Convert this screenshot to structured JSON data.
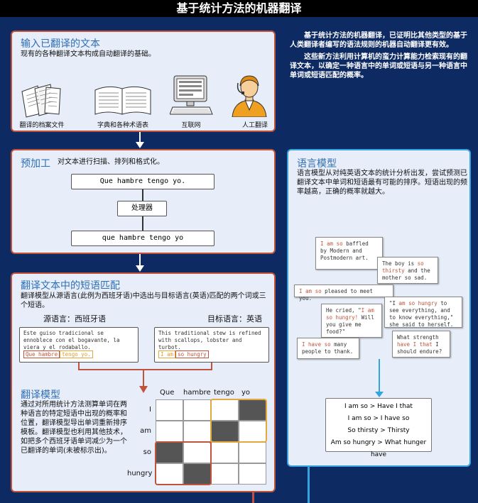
{
  "page": {
    "title": "基于统计方法的机器翻译"
  },
  "intro": {
    "p1": "基于统计方法的机器翻译，已证明比其他类型的基于人类翻译者编写的语法规则的机器自动翻译更有效。",
    "p2": "这些新方法利用计算机的蛮力计算能力检索现有的翻译文本，以确定一种语言中的单词或短语与另一种语言中单词或短语匹配的概率。"
  },
  "input_panel": {
    "title": "输入已翻译的文本",
    "desc": "现有的各种翻译文本构成自动翻译的基础。",
    "sources": [
      {
        "label": "翻译的档案文件",
        "icon": "documents-icon"
      },
      {
        "label": "字典和各种术语表",
        "icon": "dictionary-icon"
      },
      {
        "label": "互联网",
        "icon": "computer-icon"
      },
      {
        "label": "人工翻译",
        "icon": "translator-icon"
      }
    ]
  },
  "preprocess_panel": {
    "title": "预加工",
    "desc": "对文本进行扫描、排列和格式化。",
    "input_text": "Que hambre tengo yo.",
    "processor": "处理器",
    "output_text": "que hambre tengo yo"
  },
  "phrase_panel": {
    "title": "翻译文本中的短语匹配",
    "desc": "翻译模型从源语言(此例为西班牙语)中选出与目标语言(英语)匹配的两个词或三个短语。",
    "source_label": "源语言：西班牙语",
    "target_label": "目标语言：英语",
    "source_text": "Este guiso tradicional se ennoblece con el bogavante, la viera y el rodaballo.",
    "source_hl1": "Que hambre",
    "source_hl2": "tengo yo.",
    "target_text": "This traditional stew is refined with scallops, lobster and turbot.",
    "target_hl1": "I am",
    "target_hl2": "so hungry",
    "model_title": "翻译模型",
    "model_desc": "通过对所用统计方法测算单词在两种语言的特定短语中出现的概率和位置，翻译模型导出单词重新排序模板。翻译模型也利用其他技术，如把多个西班牙语单词减少为一个已翻译的单词(未被标示出)。",
    "matrix": {
      "cols": [
        "Que",
        "hambre",
        "tengo",
        "yo"
      ],
      "rows": [
        "I",
        "am",
        "so",
        "hungry"
      ],
      "dark": [
        [
          0,
          3
        ],
        [
          1,
          2
        ],
        [
          2,
          0
        ],
        [
          3,
          1
        ]
      ]
    }
  },
  "lang_panel": {
    "title": "语言模型",
    "desc": "语言模型从对纯英语文本的统计分析出发，尝试预测已翻译文本中单词和短语最有可能的排序。短语出现的频率越高，正确的概率就越大。",
    "cards": [
      {
        "hl": "I am so",
        "rest": " baffled by Modern and Postmodern art."
      },
      {
        "pre": "The boy is ",
        "hl": "so thirsty",
        "rest": " and the mother so sad."
      },
      {
        "hl": "I am so",
        "rest": " pleased to meet you."
      },
      {
        "pre": "\"I ",
        "hl": "am so hungry",
        "rest": " to see everything, and to know everything,\" she said to herself."
      },
      {
        "pre": "He cried, \"",
        "hl": "I am so hungry!",
        "rest": " Will you give me food?\""
      },
      {
        "hl": "I have so",
        "rest": " many people to thank."
      },
      {
        "pre": "What strength ",
        "hl": "have I that",
        "rest": " I should endure?"
      }
    ],
    "results": [
      "I am so > Have I that",
      "I am so > I have so",
      "So thirsty > Thirsty",
      "Am so hungry > What hunger have"
    ]
  }
}
